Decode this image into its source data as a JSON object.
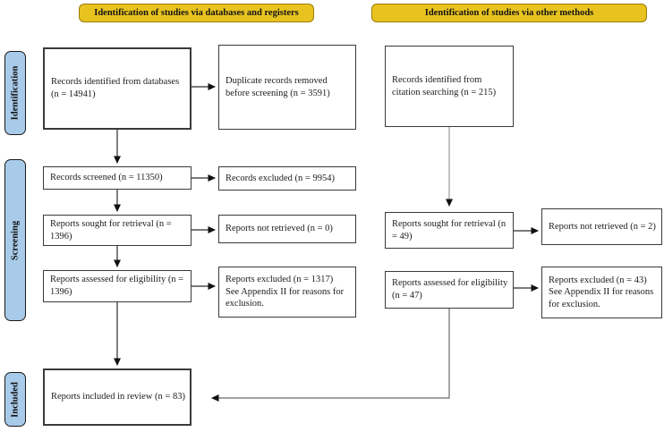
{
  "headers": {
    "databases": "Identification of studies via databases and registers",
    "other": "Identification of studies via other methods"
  },
  "stages": {
    "identification": "Identification",
    "screening": "Screening",
    "included": "Included"
  },
  "boxes": {
    "records_identified_databases": "Records identified from databases (n = 14941)",
    "duplicates_removed": "Duplicate records removed before screening (n = 3591)",
    "records_identified_citation": "Records identified from citation searching (n = 215)",
    "records_screened": "Records screened (n = 11350)",
    "records_excluded": "Records excluded (n = 9954)",
    "reports_sought_databases": "Reports sought for retrieval (n = 1396)",
    "reports_not_retrieved_databases": "Reports not retrieved (n = 0)",
    "reports_assessed_databases": "Reports assessed for eligibility (n = 1396)",
    "reports_excluded_databases_line1": "Reports excluded (n = 1317)",
    "reports_excluded_databases_line2": "See Appendix II for reasons for exclusion.",
    "reports_sought_other": "Reports sought for retrieval (n = 49)",
    "reports_not_retrieved_other": "Reports not retrieved (n = 2)",
    "reports_assessed_other": "Reports assessed for eligibility (n = 47)",
    "reports_excluded_other_line1": "Reports excluded (n = 43)",
    "reports_excluded_other_line2": "See Appendix II for reasons for exclusion.",
    "reports_included": "Reports included in review (n = 83)"
  },
  "colors": {
    "header_fill": "#e8c31f",
    "header_border": "#9a7c08",
    "stage_fill": "#a9cbea",
    "box_border": "#3a3a3a",
    "arrow": "#2a2a2a",
    "arrow_light": "#9a9a9a"
  }
}
